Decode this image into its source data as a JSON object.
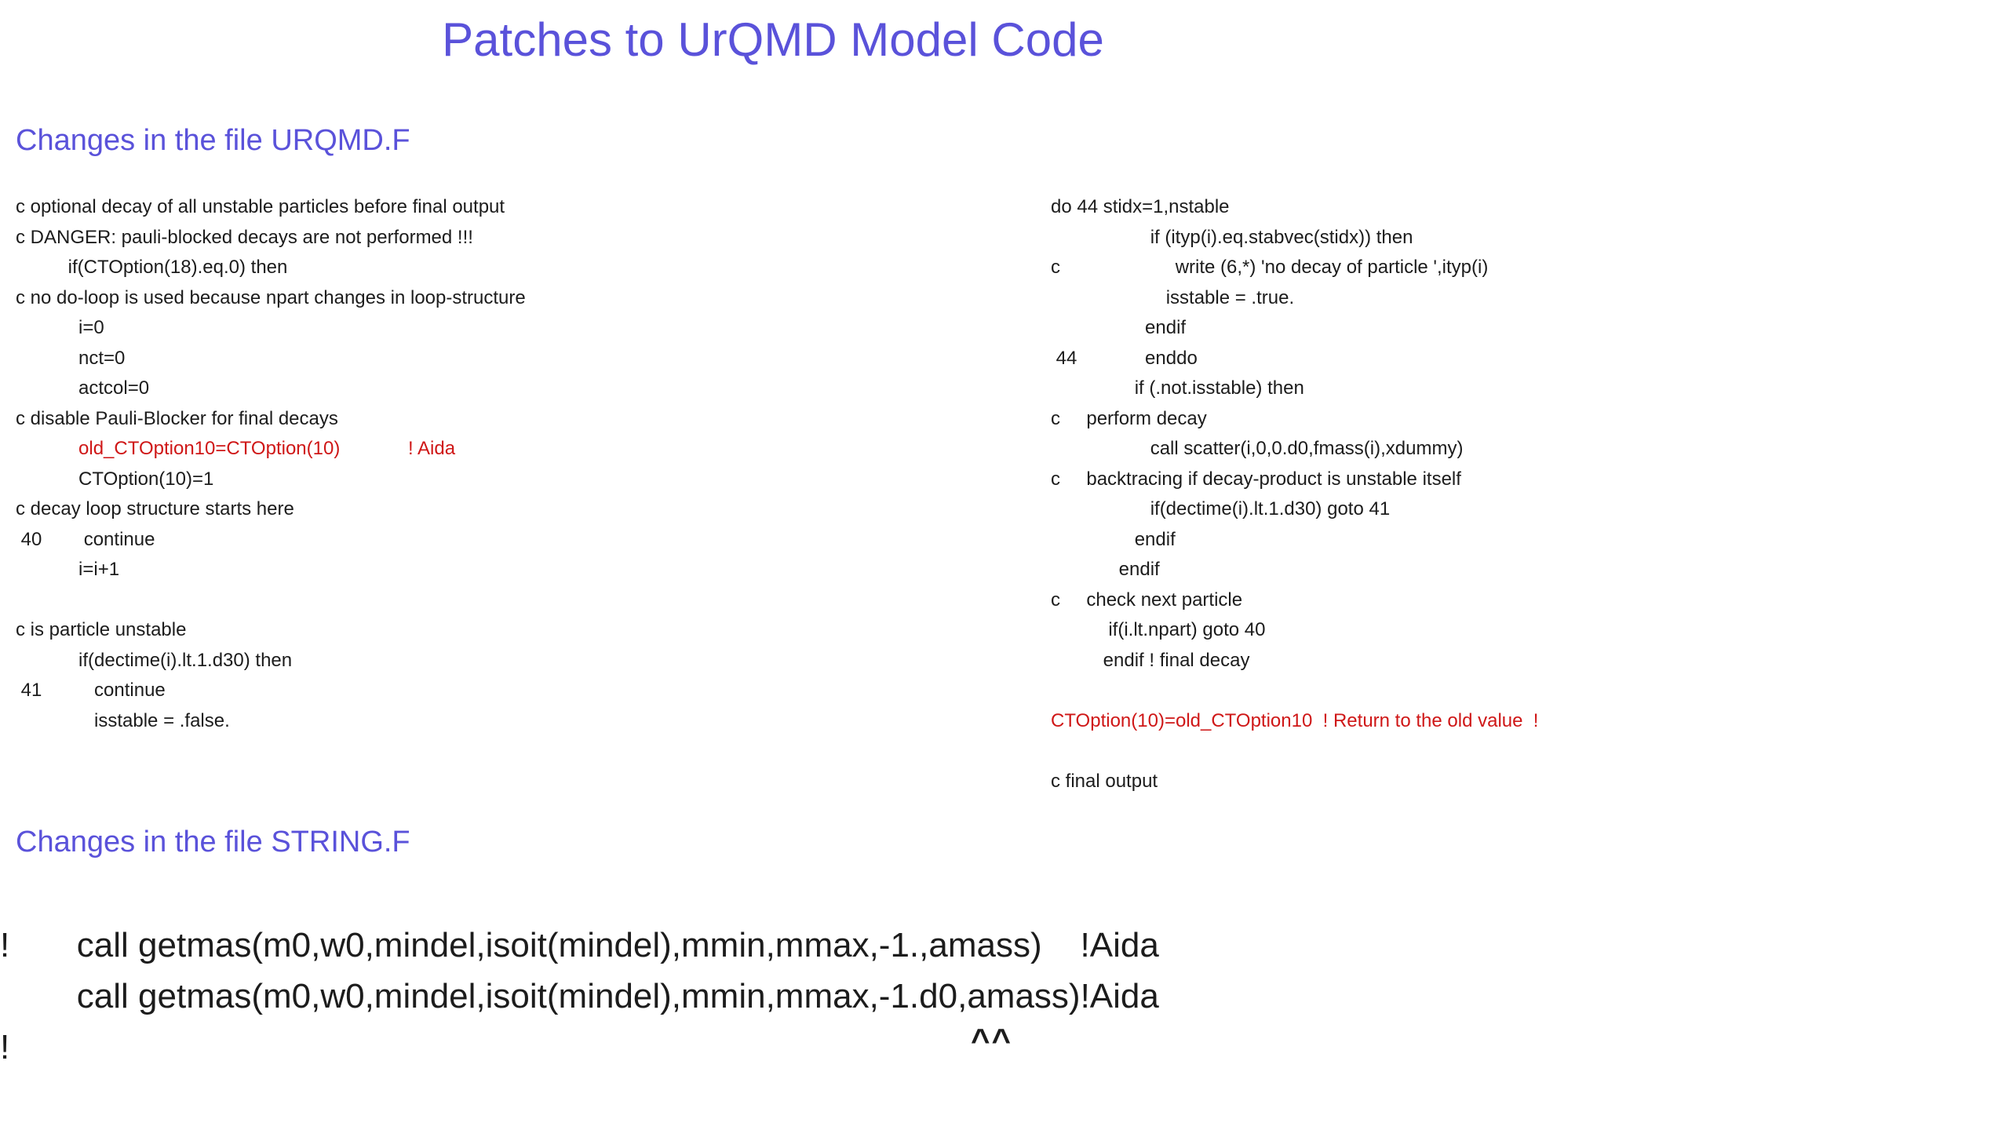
{
  "title": "Patches to UrQMD Model Code",
  "colors": {
    "heading": "#5a52da",
    "code_text": "#1c1c1c",
    "highlight_red": "#cf1717",
    "background": "#ffffff"
  },
  "sections": {
    "urqmd": {
      "heading": "Changes in the file URQMD.F",
      "left_lines": [
        {
          "text": "c optional decay of all unstable particles before final output"
        },
        {
          "text": "c DANGER: pauli-blocked decays are not performed !!!"
        },
        {
          "text": "          if(CTOption(18).eq.0) then"
        },
        {
          "text": "c no do-loop is used because npart changes in loop-structure"
        },
        {
          "text": "            i=0"
        },
        {
          "text": "            nct=0"
        },
        {
          "text": "            actcol=0"
        },
        {
          "text": "c disable Pauli-Blocker for final decays"
        },
        {
          "text": "            old_CTOption10=CTOption(10)             ! Aida",
          "color": "red"
        },
        {
          "text": "            CTOption(10)=1"
        },
        {
          "text": "c decay loop structure starts here"
        },
        {
          "text": " 40        continue"
        },
        {
          "text": "            i=i+1"
        },
        {
          "text": ""
        },
        {
          "text": "c is particle unstable"
        },
        {
          "text": "            if(dectime(i).lt.1.d30) then"
        },
        {
          "text": " 41          continue"
        },
        {
          "text": "               isstable = .false."
        }
      ],
      "right_lines": [
        {
          "text": "do 44 stidx=1,nstable"
        },
        {
          "text": "                   if (ityp(i).eq.stabvec(stidx)) then"
        },
        {
          "text": "c                      write (6,*) 'no decay of particle ',ityp(i)"
        },
        {
          "text": "                      isstable = .true."
        },
        {
          "text": "                  endif"
        },
        {
          "text": " 44             enddo"
        },
        {
          "text": "                if (.not.isstable) then"
        },
        {
          "text": "c     perform decay"
        },
        {
          "text": "                   call scatter(i,0,0.d0,fmass(i),xdummy)"
        },
        {
          "text": "c     backtracing if decay-product is unstable itself"
        },
        {
          "text": "                   if(dectime(i).lt.1.d30) goto 41"
        },
        {
          "text": "                endif"
        },
        {
          "text": "             endif"
        },
        {
          "text": "c     check next particle"
        },
        {
          "text": "           if(i.lt.npart) goto 40"
        },
        {
          "text": "          endif ! final decay"
        },
        {
          "text": ""
        },
        {
          "text": "CTOption(10)=old_CTOption10  ! Return to the old value  !",
          "color": "red"
        },
        {
          "text": ""
        },
        {
          "text": "c final output"
        }
      ]
    },
    "string": {
      "heading": "Changes in the file STRING.F",
      "lines": [
        {
          "text": "!       call getmas(m0,w0,mindel,isoit(mindel),mmin,mmax,-1.,amass)    !Aida"
        },
        {
          "text": "        call getmas(m0,w0,mindel,isoit(mindel),mmin,mmax,-1.d0,amass)!Aida"
        },
        {
          "text": "!"
        }
      ],
      "caret_marker": "^^"
    }
  }
}
